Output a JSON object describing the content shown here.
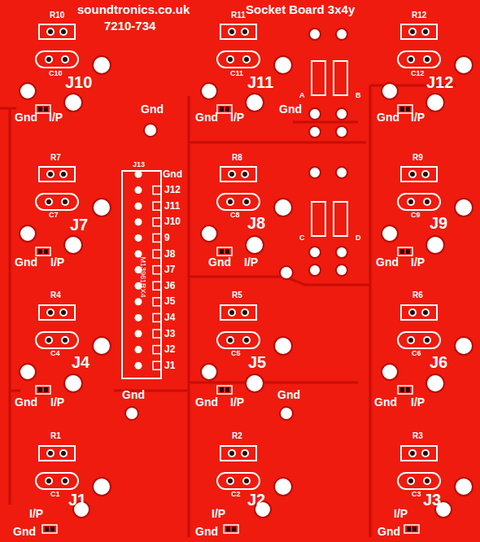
{
  "diagram": {
    "labels": [
      "soundtronics.co.uk",
      "7210-734",
      "Socket Board 3x4y",
      "R10",
      "R11",
      "R12",
      "C10",
      "C11",
      "C12",
      "J10",
      "J11",
      "J12",
      "A",
      "B",
      "Gnd",
      "Gnd",
      "Gnd",
      "I/P",
      "Gnd",
      "I/P",
      "Gnd",
      "I/P",
      "J13",
      "Gnd",
      "R7",
      "R8",
      "R9",
      "J12",
      "J11",
      "J10",
      "C7",
      "C8",
      "C9",
      "J7",
      "J8",
      "J9",
      "9",
      "C",
      "D",
      "J8",
      "Gnd",
      "I/P",
      "Gnd",
      "I/P",
      "Gnd",
      "I/P",
      "J7",
      "M13961RX4",
      "J6",
      "R4",
      "R5",
      "R6",
      "J5",
      "J4",
      "J3",
      "J2",
      "C4",
      "C5",
      "C6",
      "J4",
      "J5",
      "J6",
      "J1",
      "Gnd",
      "Gnd",
      "Gnd",
      "I/P",
      "Gnd",
      "I/P",
      "Gnd",
      "I/P",
      "R1",
      "R2",
      "R3",
      "C1",
      "C2",
      "C3",
      "J1",
      "J2",
      "J3",
      "I/P",
      "I/P",
      "I/P",
      "Gnd",
      "Gnd",
      "Gnd"
    ]
  }
}
